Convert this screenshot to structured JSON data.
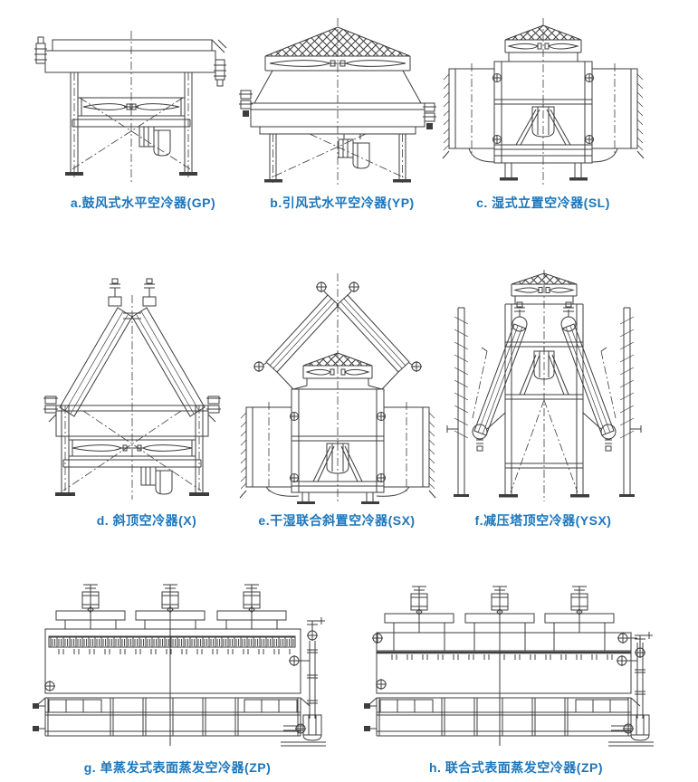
{
  "page": {
    "background": "#ffffff",
    "caption_color": "#1b76bc",
    "line_color": "#3d3d3d"
  },
  "figures": [
    {
      "letter": "a",
      "code": "GP",
      "title": "鼓风式水平空冷器",
      "caption": "a.鼓风式水平空冷器(GP)"
    },
    {
      "letter": "b",
      "code": "YP",
      "title": "引风式水平空冷器",
      "caption": "b.引风式水平空冷器(YP)"
    },
    {
      "letter": "c",
      "code": "SL",
      "title": "湿式立置空冷器",
      "caption": "c. 湿式立置空冷器(SL)"
    },
    {
      "letter": "d",
      "code": "X",
      "title": "斜顶空冷器",
      "caption": "d. 斜顶空冷器(X)"
    },
    {
      "letter": "e",
      "code": "SX",
      "title": "干湿联合斜置空冷器",
      "caption": "e.干湿联合斜置空冷器(SX)"
    },
    {
      "letter": "f",
      "code": "YSX",
      "title": "减压塔顶空冷器",
      "caption": "f.减压塔顶空冷器(YSX)"
    },
    {
      "letter": "g",
      "code": "ZP",
      "title": "单蒸发式表面蒸发空冷器",
      "caption": "g. 单蒸发式表面蒸发空冷器(ZP)"
    },
    {
      "letter": "h",
      "code": "ZP",
      "title": "联合式表面蒸发空冷器",
      "caption": "h. 联合式表面蒸发空冷器(ZP)"
    }
  ]
}
